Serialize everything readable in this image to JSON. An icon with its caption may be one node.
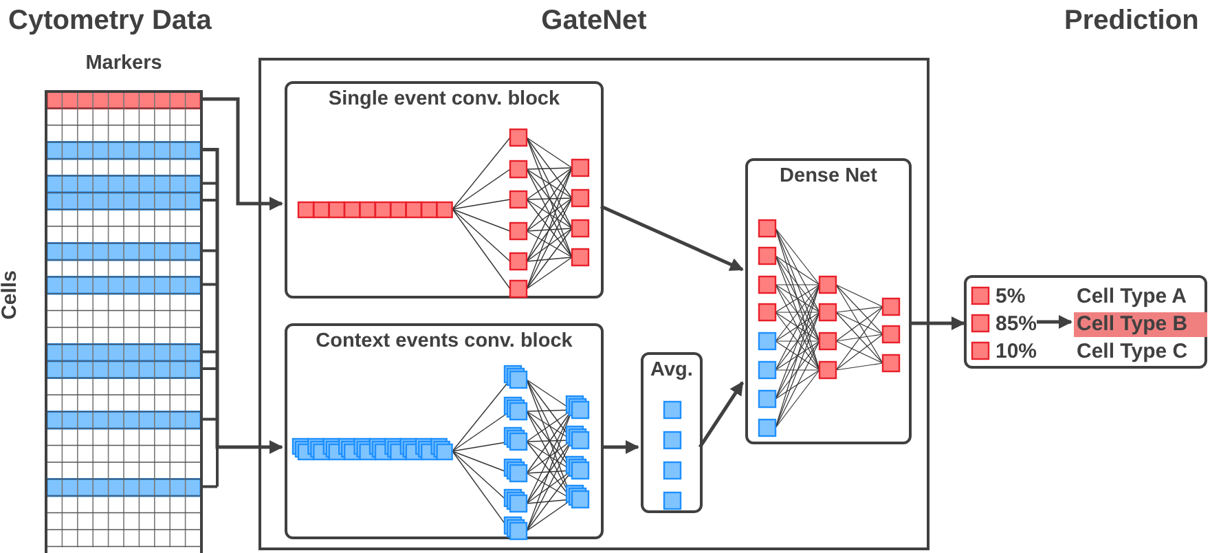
{
  "diagram": {
    "nodes": [
      {
        "text": [
          "Markers"
        ],
        "beside": [
          "Cells"
        ]
      },
      {
        "text": [
          "GateNet"
        ]
      },
      {
        "text": [
          "Single event conv. block"
        ],
        "in": 1
      },
      {
        "text": [
          "Context events conv. block"
        ],
        "in": 1
      },
      {
        "text": [
          "Avg."
        ],
        "in": 1
      },
      {
        "text": [
          "Dense Net"
        ],
        "in": 1
      },
      {
        "text": [],
        "shape": "box"
      },
      {
        "text": [
          "5%"
        ],
        "in": 6
      },
      {
        "text": [
          "Cell Type A"
        ],
        "in": 6
      },
      {
        "text": [
          "85%"
        ],
        "in": 6
      },
      {
        "text": [
          "Cell Type B"
        ],
        "in": 6
      },
      {
        "text": [
          "10%"
        ],
        "in": 6
      },
      {
        "text": [
          "Cell Type C"
        ],
        "in": 6
      }
    ],
    "edges": [
      {
        "from": 0,
        "to": 2,
        "arrow": "to"
      },
      {
        "from": 0,
        "to": 3,
        "arrow": "to"
      },
      {
        "from": 2,
        "to": 5,
        "arrow": "to"
      },
      {
        "from": 3,
        "to": 4,
        "arrow": "to"
      },
      {
        "from": 4,
        "to": 5,
        "arrow": "to"
      },
      {
        "from": 5,
        "to": 6,
        "arrow": "to"
      },
      {
        "from": 9,
        "to": 10,
        "arrow": "to"
      }
    ],
    "labels": [
      "Cytometry Data",
      "Prediction"
    ]
  }
}
